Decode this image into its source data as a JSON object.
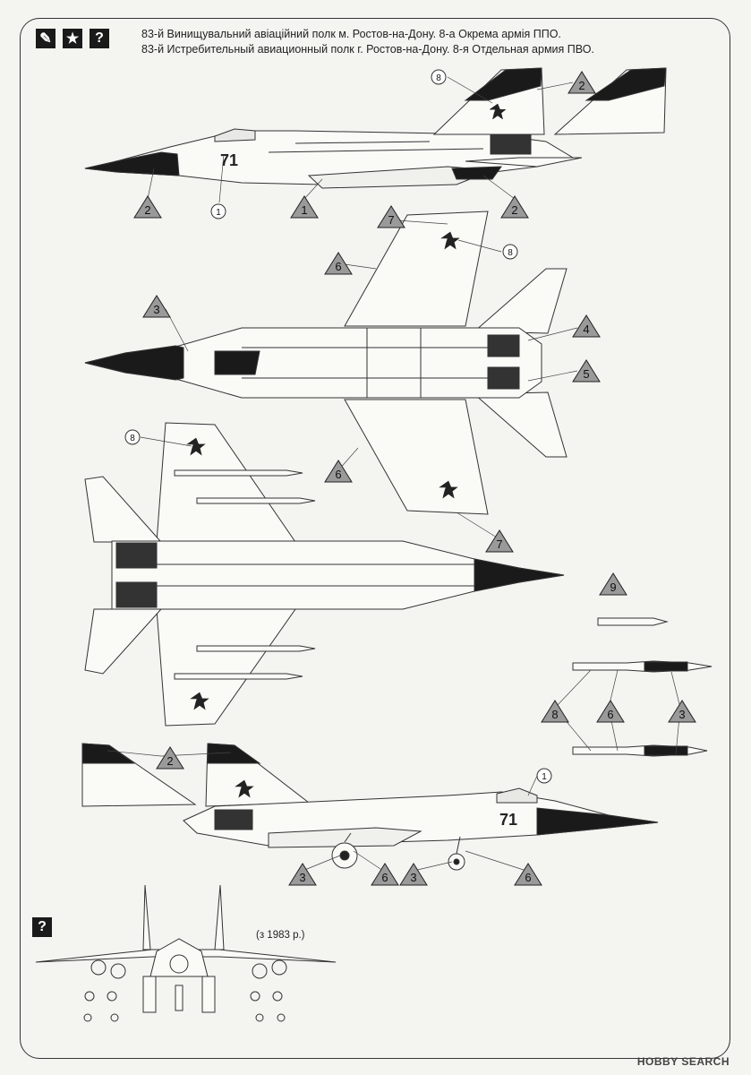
{
  "header": {
    "line_uk": "83-й Винищувальний авіаційний полк м. Ростов-на-Дону. 8-а Окрема армія ППО.",
    "line_ru": "83-й Истребительный авиационный полк г. Ростов-на-Дону. 8-я Отдельная армия ПВО.",
    "icons": [
      "brush-icon",
      "star-icon",
      "question-icon"
    ],
    "icon_glyphs": [
      "✎",
      "★",
      "?"
    ]
  },
  "aircraft": {
    "tail_number": "71"
  },
  "note": {
    "text": "(з 1983 р.)"
  },
  "bottom_question": "?",
  "watermark": "HOBBY SEARCH",
  "colors": {
    "paint_black": "#1a1a1a",
    "star_red": "#222222",
    "line": "#333333",
    "callout_fill": "#9a9a9a"
  },
  "callouts": {
    "top_side": [
      "2",
      "1",
      "2",
      "2"
    ],
    "top_side_circle": [
      "1",
      "8"
    ],
    "bottom_view": [
      "3",
      "7",
      "6",
      "4",
      "5"
    ],
    "bottom_view_circle": [
      "8"
    ],
    "top_view": [
      "6",
      "7"
    ],
    "top_view_circle": [
      "8"
    ],
    "missiles": [
      "9",
      "8",
      "6",
      "3"
    ],
    "lower_side": [
      "2",
      "3",
      "6",
      "3",
      "6"
    ],
    "lower_side_circle": [
      "1"
    ]
  }
}
